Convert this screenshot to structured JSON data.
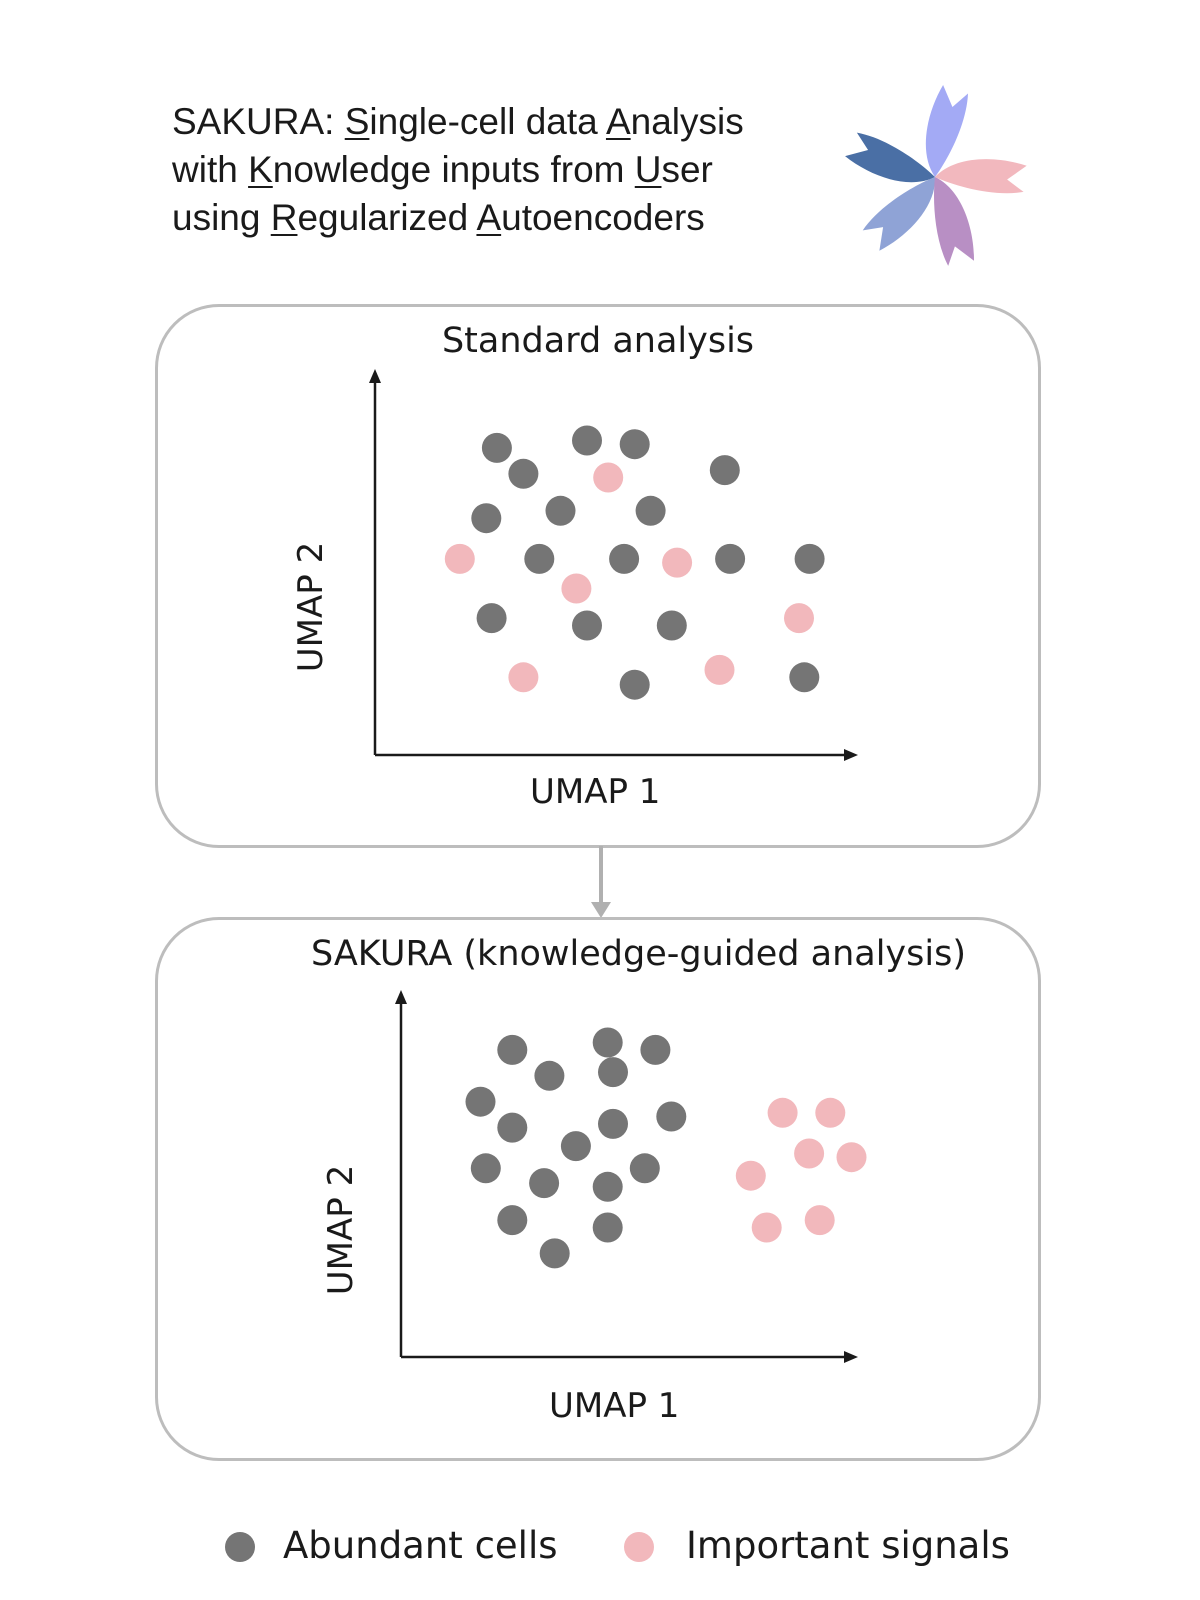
{
  "title": {
    "line1": [
      {
        "text": "SAKURA: ",
        "u": false
      },
      {
        "text": "S",
        "u": true
      },
      {
        "text": "ingle-cell data ",
        "u": false
      },
      {
        "text": "A",
        "u": true
      },
      {
        "text": "nalysis",
        "u": false
      }
    ],
    "line2": [
      {
        "text": "with ",
        "u": false
      },
      {
        "text": "K",
        "u": true
      },
      {
        "text": "nowledge inputs from ",
        "u": false
      },
      {
        "text": "U",
        "u": true
      },
      {
        "text": "ser",
        "u": false
      }
    ],
    "line3": [
      {
        "text": "using ",
        "u": false
      },
      {
        "text": "R",
        "u": true
      },
      {
        "text": "egularized ",
        "u": false
      },
      {
        "text": "A",
        "u": true
      },
      {
        "text": "utoencoders",
        "u": false
      }
    ]
  },
  "logo": {
    "icon": "cherry-blossom-icon",
    "petal_colors": [
      "#4a6fa5",
      "#a3aaf5",
      "#f2b8be",
      "#8fa3d6",
      "#b88fc4"
    ]
  },
  "colors": {
    "abundant": "#757575",
    "important": "#f2b8bc",
    "panel_border": "#bdbdbd",
    "arrow": "#b0b0b0"
  },
  "chart_data": [
    {
      "type": "scatter",
      "title": "Standard analysis",
      "xlabel": "UMAP 1",
      "ylabel": "UMAP 2",
      "xlim": [
        0,
        100
      ],
      "ylim": [
        0,
        100
      ],
      "series": [
        {
          "name": "Abundant cells",
          "points": [
            [
              23,
              83
            ],
            [
              40,
              85
            ],
            [
              49,
              84
            ],
            [
              28,
              76
            ],
            [
              35,
              66
            ],
            [
              52,
              66
            ],
            [
              66,
              77
            ],
            [
              21,
              64
            ],
            [
              31,
              53
            ],
            [
              47,
              53
            ],
            [
              67,
              53
            ],
            [
              82,
              53
            ],
            [
              22,
              37
            ],
            [
              40,
              35
            ],
            [
              56,
              35
            ],
            [
              49,
              19
            ],
            [
              81,
              21
            ]
          ]
        },
        {
          "name": "Important signals",
          "points": [
            [
              44,
              75
            ],
            [
              16,
              53
            ],
            [
              57,
              52
            ],
            [
              38,
              45
            ],
            [
              80,
              37
            ],
            [
              28,
              21
            ],
            [
              65,
              23
            ]
          ]
        }
      ]
    },
    {
      "type": "scatter",
      "title": "SAKURA (knowledge-guided analysis)",
      "xlabel": "UMAP 1",
      "ylabel": "UMAP 2",
      "xlim": [
        0,
        100
      ],
      "ylim": [
        0,
        100
      ],
      "series": [
        {
          "name": "Abundant cells",
          "points": [
            [
              21,
              83
            ],
            [
              39,
              85
            ],
            [
              48,
              83
            ],
            [
              28,
              76
            ],
            [
              40,
              77
            ],
            [
              15,
              69
            ],
            [
              21,
              62
            ],
            [
              40,
              63
            ],
            [
              51,
              65
            ],
            [
              33,
              57
            ],
            [
              16,
              51
            ],
            [
              27,
              47
            ],
            [
              39,
              46
            ],
            [
              46,
              51
            ],
            [
              21,
              37
            ],
            [
              39,
              35
            ],
            [
              29,
              28
            ]
          ]
        },
        {
          "name": "Important signals",
          "points": [
            [
              72,
              66
            ],
            [
              81,
              66
            ],
            [
              77,
              55
            ],
            [
              85,
              54
            ],
            [
              66,
              49
            ],
            [
              69,
              35
            ],
            [
              79,
              37
            ]
          ]
        }
      ]
    }
  ],
  "legend": {
    "abundant_label": "Abundant cells",
    "important_label": "Important signals"
  }
}
